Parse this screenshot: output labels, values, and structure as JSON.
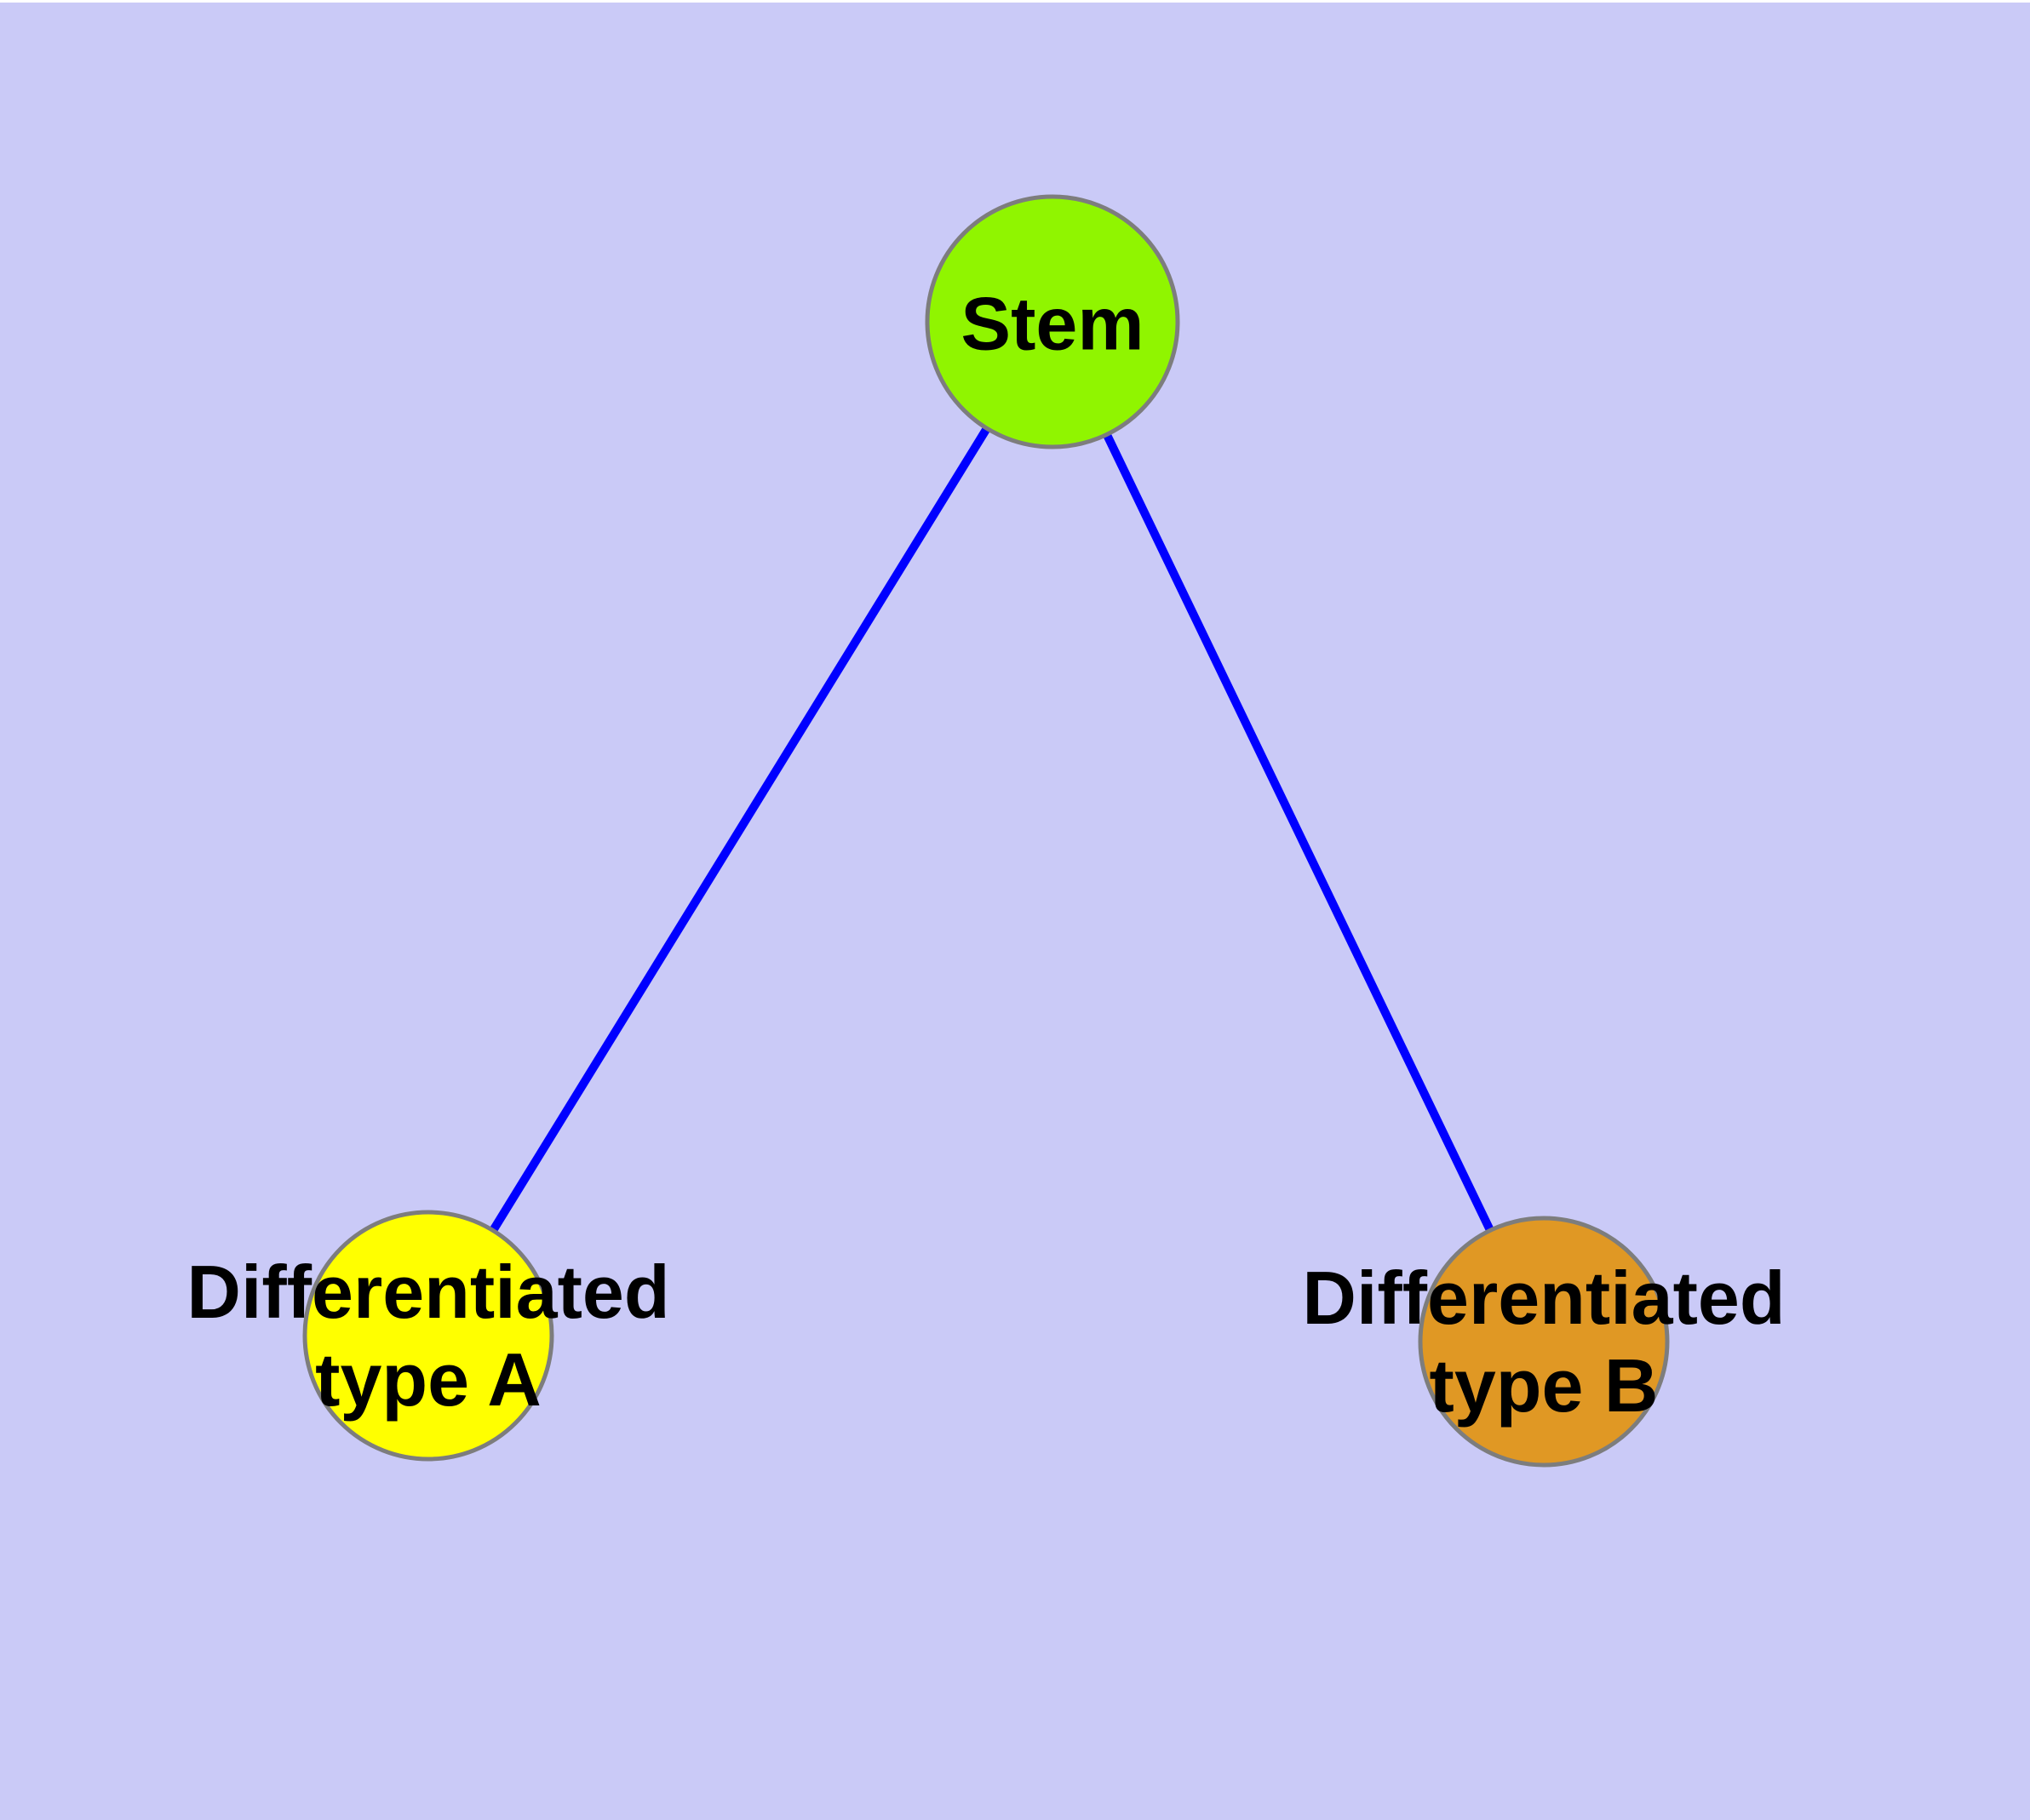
{
  "diagram": {
    "type": "network-tree",
    "background_color": "#CACAF7",
    "edge_color": "#0000FF",
    "node_border_color": "#7D7D7D",
    "text_color": "#000000",
    "nodes": {
      "stem": {
        "label": "Stem",
        "fill": "#90F500",
        "shape": "circle"
      },
      "type_a": {
        "label_line1": "Differentiated",
        "label_line2": "type A",
        "fill": "#FFFF00",
        "shape": "circle"
      },
      "type_b": {
        "label_line1": "Differentiated",
        "label_line2": "type B",
        "fill": "#E09824",
        "shape": "circle"
      }
    },
    "edges": [
      {
        "from": "stem",
        "to": "type_a"
      },
      {
        "from": "stem",
        "to": "type_b"
      }
    ]
  }
}
